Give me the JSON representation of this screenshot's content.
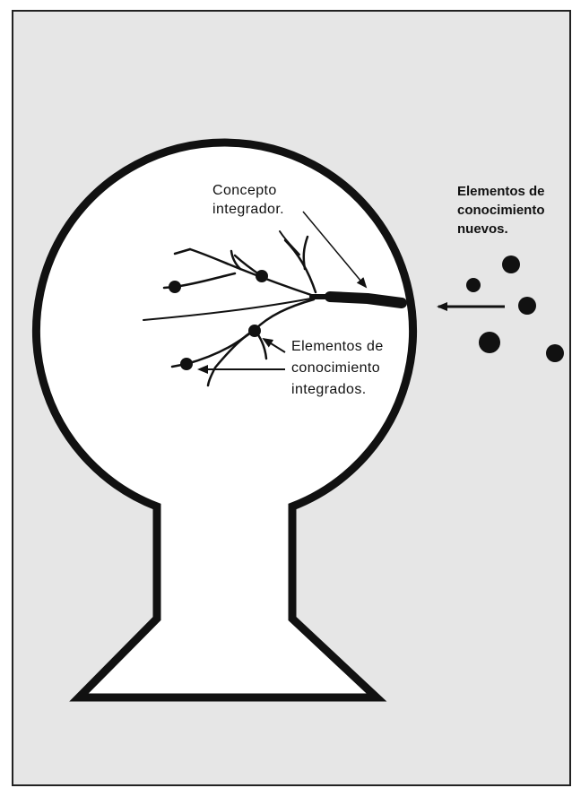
{
  "labels": {
    "integrating_concept": [
      "Concepto",
      "integrador."
    ],
    "integrated_elements": [
      "Elementos de",
      "conocimiento",
      "integrados."
    ],
    "new_elements": [
      "Elementos de",
      "conocimiento",
      "nuevos."
    ]
  },
  "colors": {
    "background": "#e6e6e6",
    "ink": "#111111",
    "head_fill": "#ffffff"
  }
}
